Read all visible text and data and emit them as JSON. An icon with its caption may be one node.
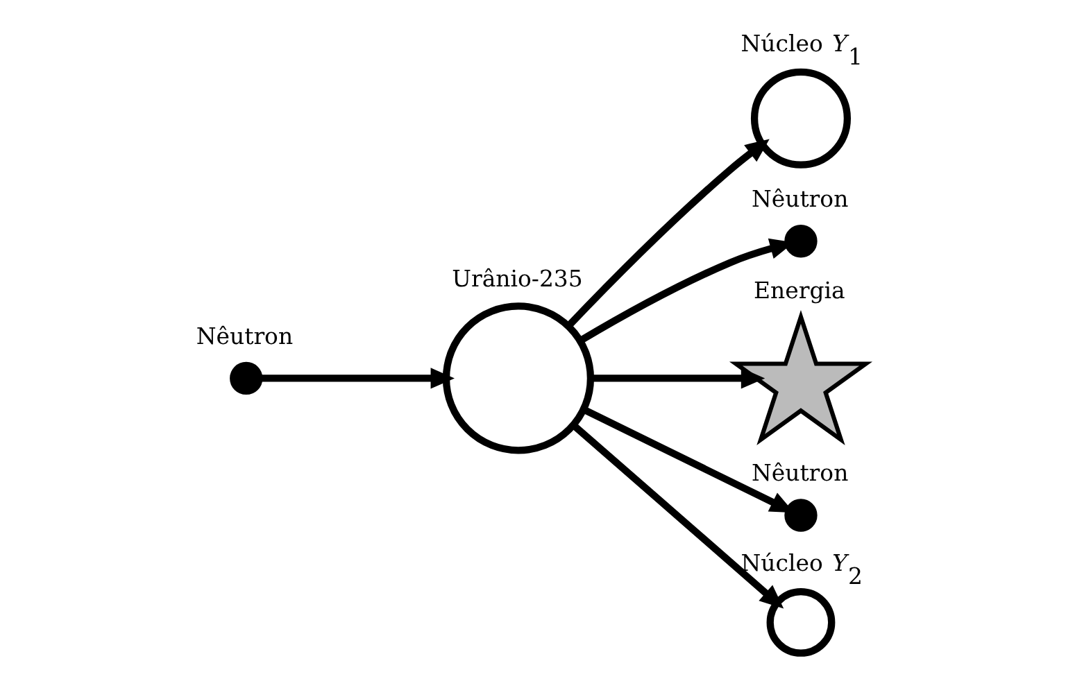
{
  "diagram": {
    "nodes": [
      {
        "text": [
          "Nêutron"
        ]
      },
      {
        "text": [
          "Urânio-235"
        ]
      },
      {
        "text": [
          "Núcleo *Y*$_{1}$"
        ]
      },
      {
        "text": [
          "Nêutron"
        ]
      },
      {
        "text": [
          "Energia"
        ]
      },
      {
        "text": [
          "Nêutron"
        ]
      },
      {
        "text": [
          "Núcleo *Y*$_{2}$"
        ]
      }
    ],
    "edges": [
      {
        "from": 0,
        "to": 1,
        "arrow": "to"
      },
      {
        "from": 1,
        "to": 2,
        "arrow": "to"
      },
      {
        "from": 1,
        "to": 3,
        "arrow": "to"
      },
      {
        "from": 1,
        "to": 4,
        "arrow": "to"
      },
      {
        "from": 1,
        "to": 5,
        "arrow": "to"
      },
      {
        "from": 1,
        "to": 6,
        "arrow": "to"
      }
    ]
  }
}
